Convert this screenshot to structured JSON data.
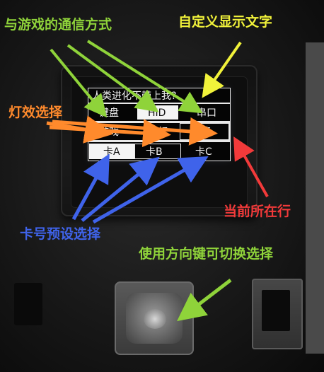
{
  "annotations": {
    "game_comm": {
      "text": "与游戏的通信方式",
      "color": "#8fd33a"
    },
    "custom_text": {
      "text": "自定义显示文字",
      "color": "#f1f23a"
    },
    "light_effect": {
      "text": "灯效选择",
      "color": "#ff8a2c"
    },
    "current_row": {
      "text": "当前所在行",
      "color": "#f23a3a"
    },
    "card_preset": {
      "text": "卡号预设选择",
      "color": "#3f63ea"
    },
    "direction_key": {
      "text": "使用方向键可切换选择",
      "color": "#8fd33a"
    }
  },
  "screen": {
    "title": "人类进化不带上我?",
    "row1": [
      "键盘",
      "HID",
      "串口"
    ],
    "row2": [
      "游戏",
      "彩虹",
      "更多"
    ],
    "row3": [
      "卡A",
      "卡B",
      "卡C"
    ]
  }
}
